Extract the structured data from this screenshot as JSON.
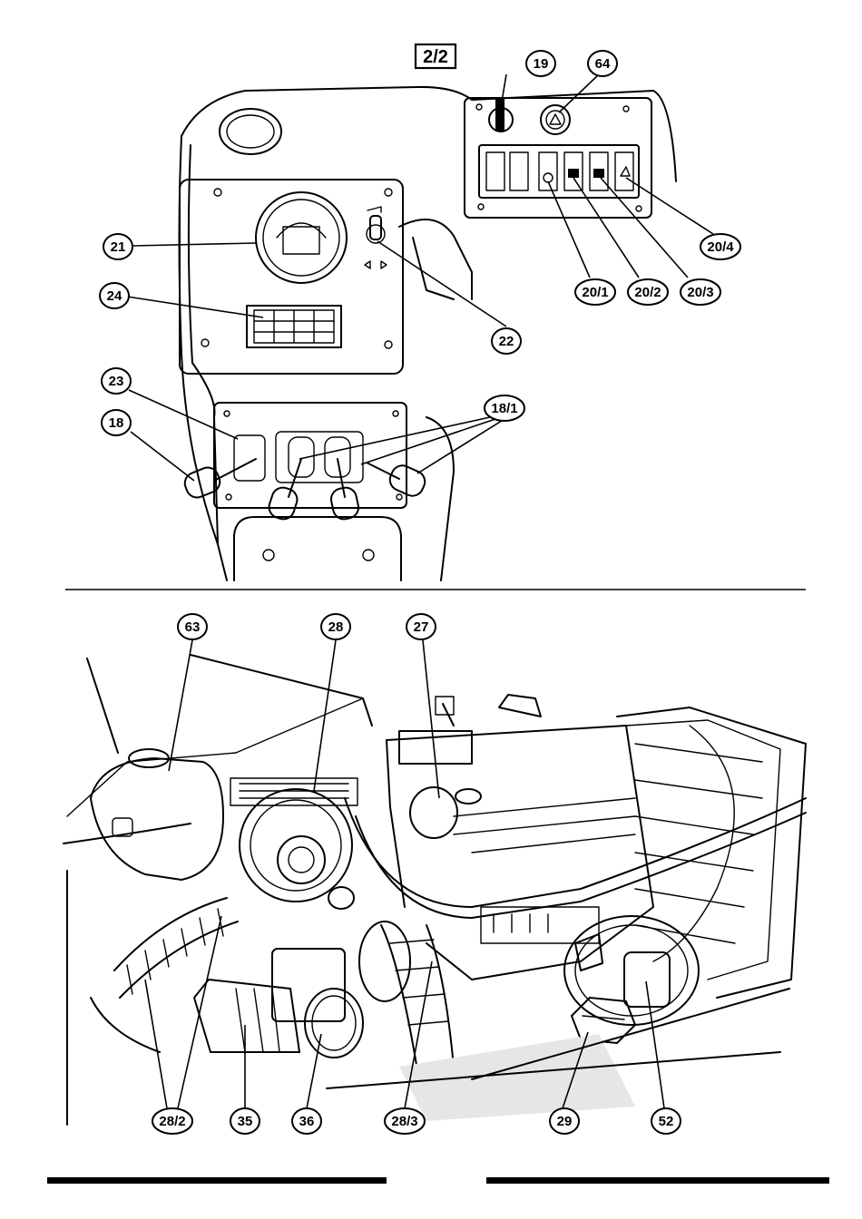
{
  "page_ref": "2/2",
  "top_callouts": [
    {
      "key": "19",
      "label": "19"
    },
    {
      "key": "64",
      "label": "64"
    },
    {
      "key": "21",
      "label": "21"
    },
    {
      "key": "24",
      "label": "24"
    },
    {
      "key": "22",
      "label": "22"
    },
    {
      "key": "20_1",
      "label": "20/1"
    },
    {
      "key": "20_2",
      "label": "20/2"
    },
    {
      "key": "20_3",
      "label": "20/3"
    },
    {
      "key": "20_4",
      "label": "20/4"
    },
    {
      "key": "23",
      "label": "23"
    },
    {
      "key": "18",
      "label": "18"
    },
    {
      "key": "18_1",
      "label": "18/1"
    }
  ],
  "bottom_callouts": [
    {
      "key": "63",
      "label": "63"
    },
    {
      "key": "28",
      "label": "28"
    },
    {
      "key": "27",
      "label": "27"
    },
    {
      "key": "28_2",
      "label": "28/2"
    },
    {
      "key": "35",
      "label": "35"
    },
    {
      "key": "36",
      "label": "36"
    },
    {
      "key": "28_3",
      "label": "28/3"
    },
    {
      "key": "29",
      "label": "29"
    },
    {
      "key": "52",
      "label": "52"
    }
  ]
}
